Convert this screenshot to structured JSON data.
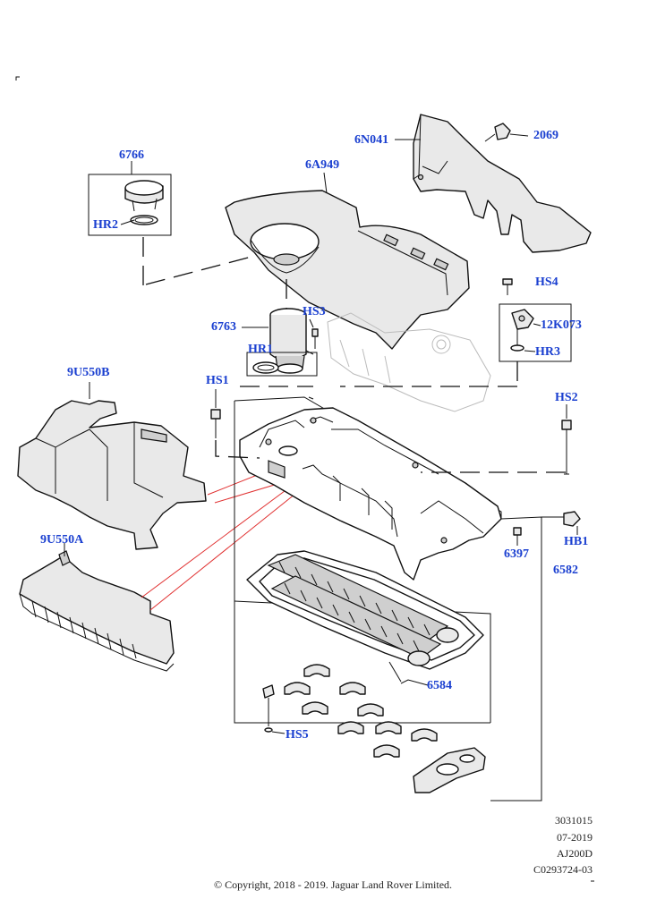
{
  "callouts": {
    "c6766": "6766",
    "hr2": "HR2",
    "c6a949": "6A949",
    "c6n041": "6N041",
    "c2069": "2069",
    "hs4": "HS4",
    "c12k073": "12K073",
    "hr3": "HR3",
    "c6763": "6763",
    "hs3": "HS3",
    "hr1": "HR1",
    "c9u550b": "9U550B",
    "hs1": "HS1",
    "hs2": "HS2",
    "hb1": "HB1",
    "c6397": "6397",
    "c6582": "6582",
    "c9u550a": "9U550A",
    "c6584": "6584",
    "hs5": "HS5"
  },
  "meta": {
    "ref_number": "3031015",
    "date": "07-2019",
    "engine": "AJ200D",
    "drawing_id": "C0293724-03"
  },
  "copyright": "© Copyright, 2018 - 2019. Jaguar Land Rover Limited.",
  "colors": {
    "callout": "#1a3fd0",
    "leader_red": "#e03030"
  }
}
